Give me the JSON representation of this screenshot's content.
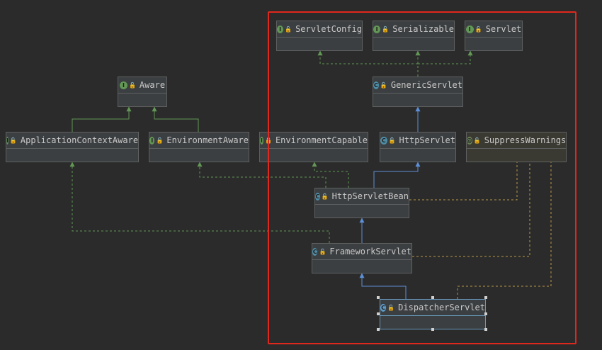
{
  "diagram": {
    "nodes": [
      {
        "id": "ServletConfig",
        "label": "ServletConfig",
        "kind": "interface",
        "badge": "I"
      },
      {
        "id": "Serializable",
        "label": "Serializable",
        "kind": "interface",
        "badge": "I"
      },
      {
        "id": "Servlet",
        "label": "Servlet",
        "kind": "interface",
        "badge": "I"
      },
      {
        "id": "GenericServlet",
        "label": "GenericServlet",
        "kind": "abstract",
        "badge": "C"
      },
      {
        "id": "Aware",
        "label": "Aware",
        "kind": "interface",
        "badge": "I"
      },
      {
        "id": "ApplicationContextAware",
        "label": "ApplicationContextAware",
        "kind": "interface",
        "badge": "I"
      },
      {
        "id": "EnvironmentAware",
        "label": "EnvironmentAware",
        "kind": "interface",
        "badge": "I"
      },
      {
        "id": "EnvironmentCapable",
        "label": "EnvironmentCapable",
        "kind": "interface",
        "badge": "I"
      },
      {
        "id": "HttpServlet",
        "label": "HttpServlet",
        "kind": "abstract",
        "badge": "C"
      },
      {
        "id": "SuppressWarnings",
        "label": "SuppressWarnings",
        "kind": "annotation",
        "badge": "@"
      },
      {
        "id": "HttpServletBean",
        "label": "HttpServletBean",
        "kind": "abstract",
        "badge": "C"
      },
      {
        "id": "FrameworkServlet",
        "label": "FrameworkServlet",
        "kind": "abstract",
        "badge": "C"
      },
      {
        "id": "DispatcherServlet",
        "label": "DispatcherServlet",
        "kind": "class",
        "badge": "C",
        "selected": true
      }
    ],
    "edges": [
      {
        "from": "GenericServlet",
        "to": "ServletConfig",
        "type": "implements"
      },
      {
        "from": "GenericServlet",
        "to": "Serializable",
        "type": "implements"
      },
      {
        "from": "GenericServlet",
        "to": "Servlet",
        "type": "implements"
      },
      {
        "from": "HttpServlet",
        "to": "GenericServlet",
        "type": "extends"
      },
      {
        "from": "ApplicationContextAware",
        "to": "Aware",
        "type": "interface-extends"
      },
      {
        "from": "EnvironmentAware",
        "to": "Aware",
        "type": "interface-extends"
      },
      {
        "from": "HttpServletBean",
        "to": "HttpServlet",
        "type": "extends"
      },
      {
        "from": "HttpServletBean",
        "to": "EnvironmentCapable",
        "type": "implements"
      },
      {
        "from": "HttpServletBean",
        "to": "EnvironmentAware",
        "type": "implements"
      },
      {
        "from": "FrameworkServlet",
        "to": "HttpServletBean",
        "type": "extends"
      },
      {
        "from": "FrameworkServlet",
        "to": "ApplicationContextAware",
        "type": "implements"
      },
      {
        "from": "DispatcherServlet",
        "to": "FrameworkServlet",
        "type": "extends"
      },
      {
        "from": "HttpServletBean",
        "to": "SuppressWarnings",
        "type": "annotated-by"
      },
      {
        "from": "FrameworkServlet",
        "to": "SuppressWarnings",
        "type": "annotated-by"
      },
      {
        "from": "DispatcherServlet",
        "to": "SuppressWarnings",
        "type": "annotated-by"
      }
    ]
  },
  "colors": {
    "background": "#2b2b2b",
    "node_fill": "#3c3f41",
    "annotation_fill": "#3b3a32",
    "node_border": "#5e6060",
    "extends_line": "#5d8fd6",
    "implements_line": "#629755",
    "annotation_line": "#b89a4a",
    "highlight_frame": "#e0281e"
  }
}
